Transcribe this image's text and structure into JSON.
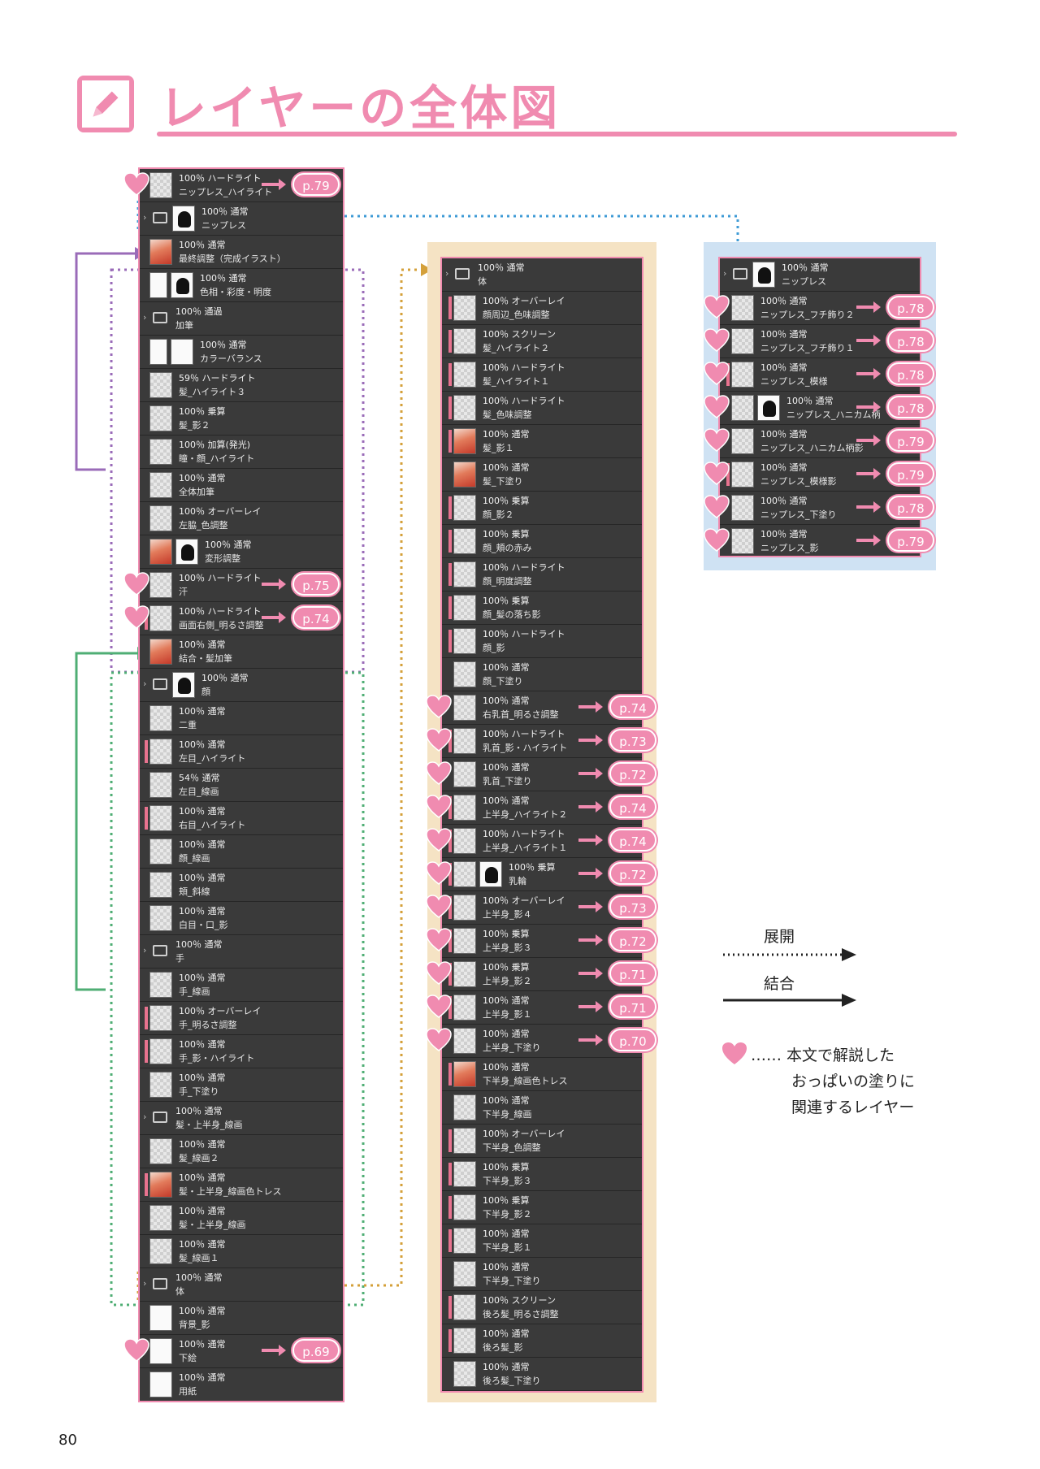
{
  "title": "レイヤーの全体図",
  "page_number": "80",
  "colors": {
    "accent": "#f08bb0",
    "panel_bg": "#3a3a3a",
    "purple_line": "#9a6bb8",
    "green_line": "#4fae74",
    "blue_line": "#3f9bd6",
    "orange_line": "#d4a03a"
  },
  "legend": {
    "expand": "展開",
    "merge": "結合",
    "heart_note_1": "…… 本文で解説した",
    "heart_note_2": "おっぱいの塗りに",
    "heart_note_3": "関連するレイヤー"
  },
  "left_panel": [
    {
      "l1": "100％ ハードライト",
      "l2": "ニップレス_ハイライト",
      "thumb": "check",
      "heart": true,
      "badge": "p.79"
    },
    {
      "l1": "100％ 通常",
      "l2": "ニップレス",
      "type": "folder",
      "thumb": "mask"
    },
    {
      "l1": "100％ 通常",
      "l2": "最終調整（完成イラスト）",
      "thumb": "art"
    },
    {
      "l1": "100％ 通常",
      "l2": "色相・彩度・明度",
      "thumb": "mask",
      "adj": true
    },
    {
      "l1": "100％ 通過",
      "l2": "加筆",
      "type": "folder"
    },
    {
      "l1": "100％ 通常",
      "l2": "カラーバランス",
      "thumb": "white",
      "adj": true
    },
    {
      "l1": "59％ ハードライト",
      "l2": "髪_ハイライト３",
      "thumb": "check"
    },
    {
      "l1": "100％ 乗算",
      "l2": "髪_影２",
      "thumb": "check"
    },
    {
      "l1": "100％ 加算(発光)",
      "l2": "瞳・顔_ハイライト",
      "thumb": "check"
    },
    {
      "l1": "100％ 通常",
      "l2": "全体加筆",
      "thumb": "check"
    },
    {
      "l1": "100％ オーバーレイ",
      "l2": "左脇_色調整",
      "thumb": "check"
    },
    {
      "l1": "100％ 通常",
      "l2": "変形調整",
      "thumb": "art",
      "mask": true
    },
    {
      "l1": "100％ ハードライト",
      "l2": "汗",
      "thumb": "check",
      "heart": true,
      "badge": "p.75"
    },
    {
      "l1": "100％ ハードライト",
      "l2": "画面右側_明るさ調整",
      "thumb": "check",
      "clip": true,
      "heart": true,
      "badge": "p.74"
    },
    {
      "l1": "100％ 通常",
      "l2": "結合・髪加筆",
      "thumb": "art"
    },
    {
      "l1": "100％ 通常",
      "l2": "顔",
      "type": "folder",
      "thumb": "mask"
    },
    {
      "l1": "100％ 通常",
      "l2": "二重",
      "thumb": "check"
    },
    {
      "l1": "100％ 通常",
      "l2": "左目_ハイライト",
      "thumb": "check",
      "clip": true
    },
    {
      "l1": "54％ 通常",
      "l2": "左目_線画",
      "thumb": "check"
    },
    {
      "l1": "100％ 通常",
      "l2": "右目_ハイライト",
      "thumb": "check",
      "clip": true
    },
    {
      "l1": "100％ 通常",
      "l2": "顔_線画",
      "thumb": "check"
    },
    {
      "l1": "100％ 通常",
      "l2": "頬_斜線",
      "thumb": "check"
    },
    {
      "l1": "100％ 通常",
      "l2": "白目・口_影",
      "thumb": "check"
    },
    {
      "l1": "100％ 通常",
      "l2": "手",
      "type": "folder"
    },
    {
      "l1": "100％ 通常",
      "l2": "手_線画",
      "thumb": "check"
    },
    {
      "l1": "100％ オーバーレイ",
      "l2": "手_明るさ調整",
      "thumb": "check",
      "clip": true
    },
    {
      "l1": "100％ 通常",
      "l2": "手_影・ハイライト",
      "thumb": "check",
      "clip": true
    },
    {
      "l1": "100％ 通常",
      "l2": "手_下塗り",
      "thumb": "check"
    },
    {
      "l1": "100％ 通常",
      "l2": "髪・上半身_線画",
      "type": "folder"
    },
    {
      "l1": "100％ 通常",
      "l2": "髪_線画２",
      "thumb": "check"
    },
    {
      "l1": "100％ 通常",
      "l2": "髪・上半身_線画色トレス",
      "thumb": "art",
      "clip": true
    },
    {
      "l1": "100％ 通常",
      "l2": "髪・上半身_線画",
      "thumb": "check"
    },
    {
      "l1": "100％ 通常",
      "l2": "髪_線画１",
      "thumb": "check"
    },
    {
      "l1": "100％ 通常",
      "l2": "体",
      "type": "folder"
    },
    {
      "l1": "100％ 通常",
      "l2": "背景_影",
      "thumb": "white"
    },
    {
      "l1": "100％ 通常",
      "l2": "下絵",
      "thumb": "white",
      "heart": true,
      "badge": "p.69"
    },
    {
      "l1": "100％ 通常",
      "l2": "用紙",
      "thumb": "white"
    }
  ],
  "middle_panel": [
    {
      "l1": "100％ 通常",
      "l2": "体",
      "type": "folder"
    },
    {
      "l1": "100％ オーバーレイ",
      "l2": "顔周辺_色味調整",
      "clip": true
    },
    {
      "l1": "100％ スクリーン",
      "l2": "髪_ハイライト２",
      "clip": true
    },
    {
      "l1": "100％ ハードライト",
      "l2": "髪_ハイライト１",
      "clip": true
    },
    {
      "l1": "100％ ハードライト",
      "l2": "髪_色味調整",
      "clip": true
    },
    {
      "l1": "100％ 通常",
      "l2": "髪_影１",
      "clip": true,
      "thumb": "art"
    },
    {
      "l1": "100％ 通常",
      "l2": "髪_下塗り",
      "thumb": "art"
    },
    {
      "l1": "100％ 乗算",
      "l2": "顔_影２",
      "clip": true
    },
    {
      "l1": "100％ 乗算",
      "l2": "顔_頬の赤み",
      "clip": true
    },
    {
      "l1": "100％ ハードライト",
      "l2": "顔_明度調整",
      "clip": true
    },
    {
      "l1": "100％ 乗算",
      "l2": "顔_髪の落ち影",
      "clip": true
    },
    {
      "l1": "100％ ハードライト",
      "l2": "顔_影",
      "clip": true
    },
    {
      "l1": "100％ 通常",
      "l2": "顔_下塗り"
    },
    {
      "l1": "100％ 通常",
      "l2": "右乳首_明るさ調整",
      "heart": true,
      "badge": "p.74"
    },
    {
      "l1": "100％ ハードライト",
      "l2": "乳首_影・ハイライト",
      "clip": true,
      "heart": true,
      "badge": "p.73"
    },
    {
      "l1": "100％ 通常",
      "l2": "乳首_下塗り",
      "heart": true,
      "badge": "p.72"
    },
    {
      "l1": "100％ 通常",
      "l2": "上半身_ハイライト２",
      "clip": true,
      "heart": true,
      "badge": "p.74"
    },
    {
      "l1": "100％ ハードライト",
      "l2": "上半身_ハイライト１",
      "clip": true,
      "heart": true,
      "badge": "p.74"
    },
    {
      "l1": "100％ 乗算",
      "l2": "乳輪",
      "clip": true,
      "heart": true,
      "badge": "p.72",
      "mask": true
    },
    {
      "l1": "100％ オーバーレイ",
      "l2": "上半身_影４",
      "clip": true,
      "heart": true,
      "badge": "p.73"
    },
    {
      "l1": "100％ 乗算",
      "l2": "上半身_影３",
      "clip": true,
      "heart": true,
      "badge": "p.72"
    },
    {
      "l1": "100％ 乗算",
      "l2": "上半身_影２",
      "clip": true,
      "heart": true,
      "badge": "p.71"
    },
    {
      "l1": "100％ 通常",
      "l2": "上半身_影１",
      "clip": true,
      "heart": true,
      "badge": "p.71"
    },
    {
      "l1": "100％ 通常",
      "l2": "上半身_下塗り",
      "heart": true,
      "badge": "p.70"
    },
    {
      "l1": "100％ 通常",
      "l2": "下半身_線画色トレス",
      "clip": true,
      "thumb": "art"
    },
    {
      "l1": "100％ 通常",
      "l2": "下半身_線画"
    },
    {
      "l1": "100％ オーバーレイ",
      "l2": "下半身_色調整",
      "clip": true
    },
    {
      "l1": "100％ 乗算",
      "l2": "下半身_影３",
      "clip": true
    },
    {
      "l1": "100％ 乗算",
      "l2": "下半身_影２",
      "clip": true
    },
    {
      "l1": "100％ 通常",
      "l2": "下半身_影１",
      "clip": true
    },
    {
      "l1": "100％ 通常",
      "l2": "下半身_下塗り"
    },
    {
      "l1": "100％ スクリーン",
      "l2": "後ろ髪_明るさ調整",
      "clip": true
    },
    {
      "l1": "100％ 通常",
      "l2": "後ろ髪_影",
      "clip": true
    },
    {
      "l1": "100％ 通常",
      "l2": "後ろ髪_下塗り"
    }
  ],
  "right_panel": [
    {
      "l1": "100％ 通常",
      "l2": "ニップレス",
      "type": "folder",
      "thumb": "mask"
    },
    {
      "l1": "100％ 通常",
      "l2": "ニップレス_フチ飾り２",
      "heart": true,
      "badge": "p.78"
    },
    {
      "l1": "100％ 通常",
      "l2": "ニップレス_フチ飾り１",
      "heart": true,
      "badge": "p.78"
    },
    {
      "l1": "100％ 通常",
      "l2": "ニップレス_模様",
      "clip": true,
      "heart": true,
      "badge": "p.78"
    },
    {
      "l1": "100％ 通常",
      "l2": "ニップレス_ハニカム柄",
      "heart": true,
      "badge": "p.78",
      "mask": true
    },
    {
      "l1": "100％ 通常",
      "l2": "ニップレス_ハニカム柄影",
      "heart": true,
      "badge": "p.79"
    },
    {
      "l1": "100％ 通常",
      "l2": "ニップレス_模様影",
      "clip": true,
      "heart": true,
      "badge": "p.79"
    },
    {
      "l1": "100％ 通常",
      "l2": "ニップレス_下塗り",
      "heart": true,
      "badge": "p.78"
    },
    {
      "l1": "100％ 通常",
      "l2": "ニップレス_影",
      "heart": true,
      "badge": "p.79"
    }
  ]
}
